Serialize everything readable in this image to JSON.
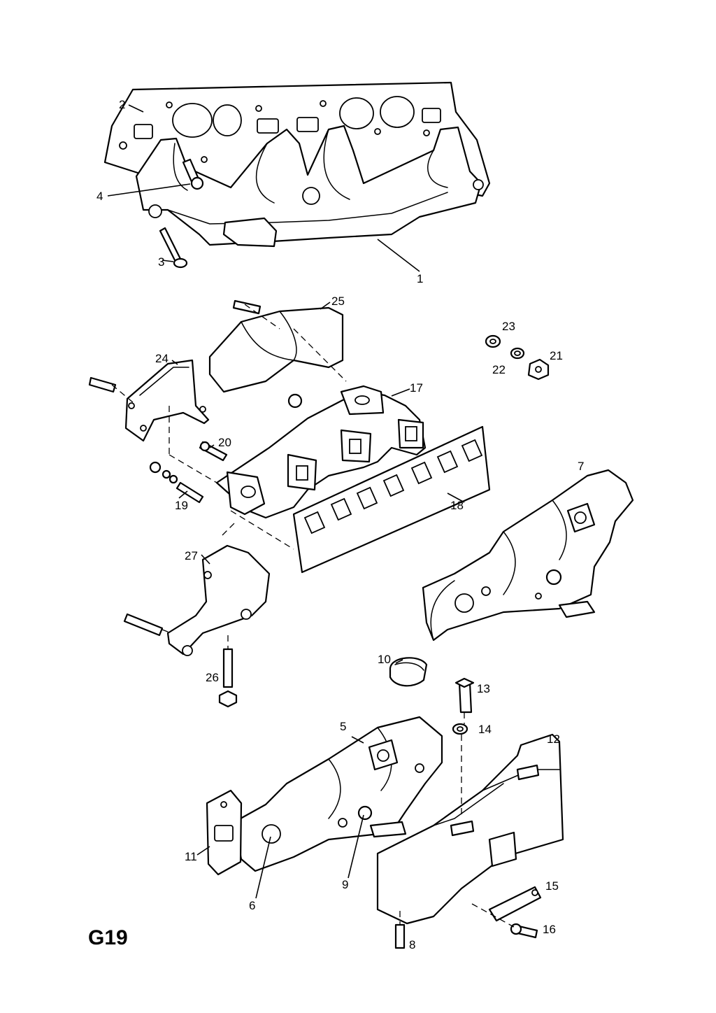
{
  "page_code": "G19",
  "callouts": [
    "1",
    "2",
    "3",
    "4",
    "5",
    "6",
    "7",
    "8",
    "9",
    "10",
    "11",
    "12",
    "13",
    "14",
    "15",
    "16",
    "17",
    "18",
    "19",
    "20",
    "21",
    "22",
    "23",
    "24",
    "25",
    "26",
    "27"
  ],
  "colors": {
    "line": "#000000",
    "background": "#ffffff"
  }
}
